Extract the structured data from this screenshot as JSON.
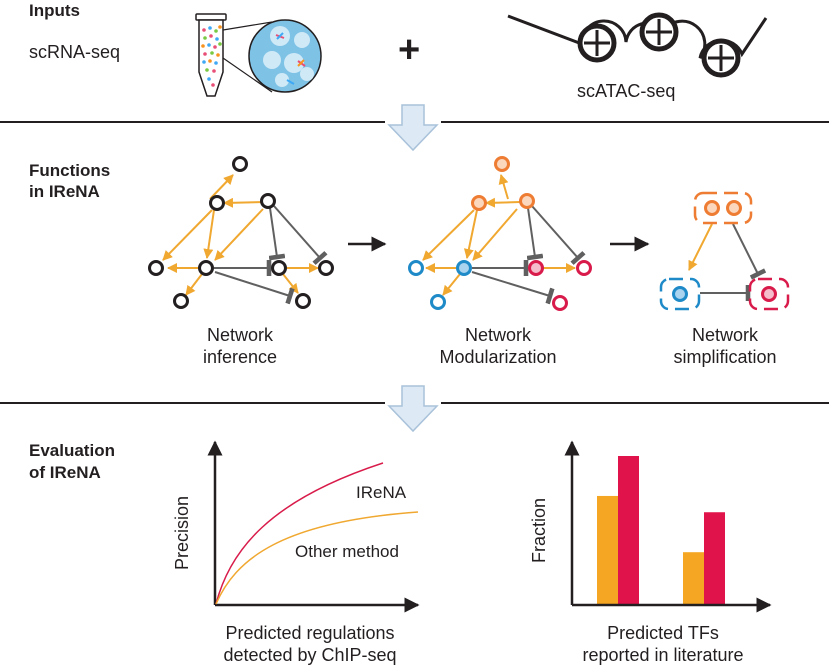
{
  "sections": {
    "inputs": {
      "title": "Inputs",
      "scrna_label": "scRNA-seq",
      "plus": "+",
      "scatac_label": "scATAC-seq"
    },
    "functions": {
      "title_line1": "Functions",
      "title_line2": "in IReNA",
      "steps": [
        {
          "line1": "Network",
          "line2": "inference"
        },
        {
          "line1": "Network",
          "line2": "Modularization"
        },
        {
          "line1": "Network",
          "line2": "simplification"
        }
      ]
    },
    "evaluation": {
      "title_line1": "Evaluation",
      "title_line2": "of IReNA"
    }
  },
  "colors": {
    "activation": "#f0a830",
    "repression": "#606060",
    "module_orange": "#ee7d33",
    "module_blue": "#1f8ac8",
    "module_red": "#d81b4a",
    "arrow_fill": "#dde9f4",
    "arrow_stroke": "#a9c2da"
  },
  "chart_data": [
    {
      "type": "line",
      "ylabel": "Precision",
      "xlabel_line1": "Predicted regulations",
      "xlabel_line2": "detected by ChIP-seq",
      "series": [
        {
          "name": "IReNA",
          "color": "#d81b4a"
        },
        {
          "name": "Other method",
          "color": "#f0a830"
        }
      ]
    },
    {
      "type": "bar",
      "ylabel": "Fraction",
      "xlabel_line1": "Predicted TFs",
      "xlabel_line2": "reported in literature",
      "groups": 2,
      "series": [
        {
          "color": "#f5a623",
          "values": [
            0.73,
            0.35
          ]
        },
        {
          "color": "#e0144a",
          "values": [
            1.0,
            0.62
          ]
        }
      ]
    }
  ]
}
